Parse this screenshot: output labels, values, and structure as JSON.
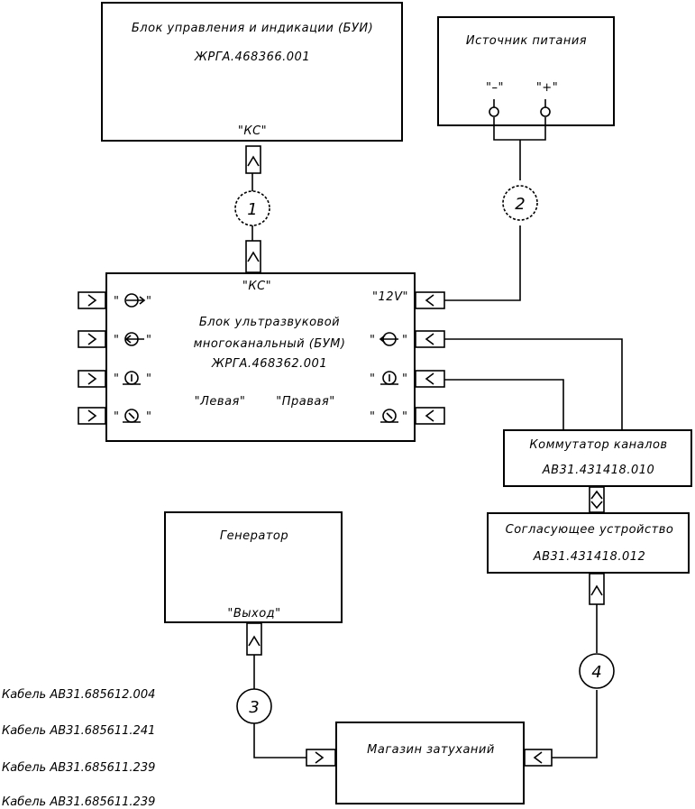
{
  "blocks": {
    "bui": {
      "title": "Блок управления и индикации (БУИ)",
      "code": "ЖРГА.468366.001",
      "port": "\"КС\""
    },
    "power": {
      "title": "Источник питания",
      "minus": "\"–\"",
      "plus": "\"+\""
    },
    "bum": {
      "port_top": "\"КС\"",
      "title_line1": "Блок ультразвуковой",
      "title_line2": "многоканальный (БУМ)",
      "code": "ЖРГА.468362.001",
      "left_label": "\"Левая\"",
      "right_label": "\"Правая\"",
      "port_12v": "\"12V\""
    },
    "commutator": {
      "title": "Коммутатор каналов",
      "code": "АВ31.431418.010"
    },
    "matching": {
      "title": "Согласующее устройство",
      "code": "АВ31.431418.012"
    },
    "generator": {
      "title": "Генератор",
      "port": "\"Выход\""
    },
    "attenuator": {
      "title": "Магазин затуханий"
    }
  },
  "cable_markers": [
    "1",
    "2",
    "3",
    "4"
  ],
  "legend": [
    "Кабель АВ31.685612.004",
    "Кабель АВ31.685611.241",
    "Кабель АВ31.685611.239",
    "Кабель АВ31.685611.239"
  ],
  "colors": {
    "ink": "#000000",
    "paper": "#ffffff"
  }
}
